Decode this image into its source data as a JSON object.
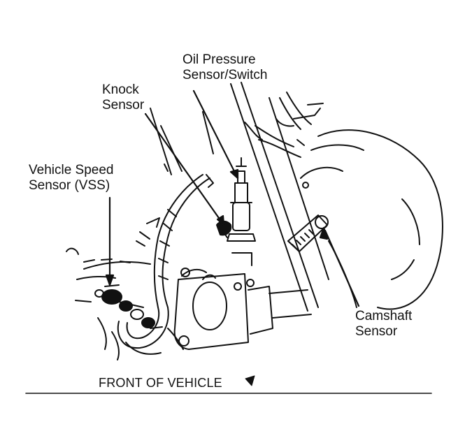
{
  "labels": {
    "oil_pressure": {
      "line1": "Oil Pressure",
      "line2": "Sensor/Switch"
    },
    "knock": {
      "line1": "Knock",
      "line2": "Sensor"
    },
    "vss": {
      "line1": "Vehicle Speed",
      "line2": "Sensor (VSS)"
    },
    "camshaft": {
      "line1": "Camshaft",
      "line2": "Sensor"
    }
  },
  "caption": "FRONT OF VEHICLE",
  "colors": {
    "ink": "#111111",
    "paper": "#ffffff"
  },
  "icons": {
    "direction_marker": "filled-arrowhead-icon"
  }
}
